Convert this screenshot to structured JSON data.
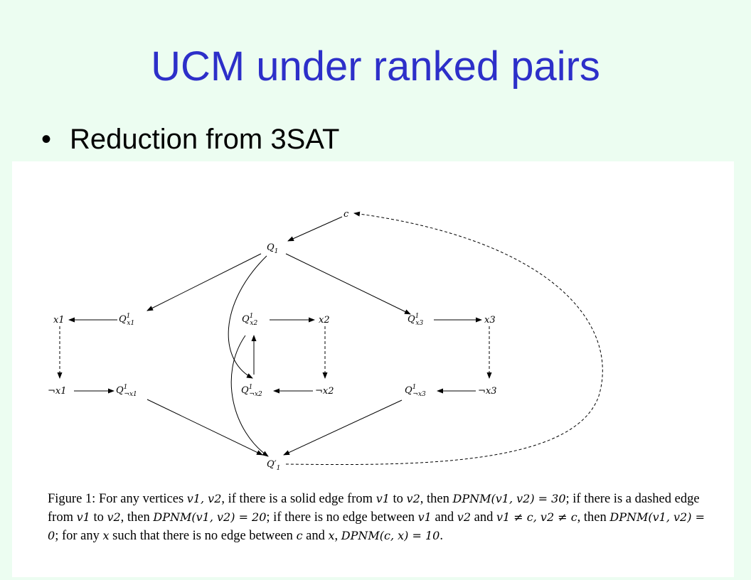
{
  "slide": {
    "title": "UCM under ranked pairs",
    "bullets": [
      "Reduction from 3SAT"
    ]
  },
  "figure": {
    "caption": {
      "label": "Figure 1:",
      "parts": [
        "For any vertices ",
        "v1, v2",
        ", if there is a solid edge from ",
        "v1",
        " to ",
        "v2",
        ", then ",
        "DPNM(v1, v2) = 30",
        "; if there is a dashed edge from ",
        "v1",
        " to ",
        "v2",
        ", then ",
        "DPNM(v1, v2) = 20",
        "; if there is no edge between ",
        "v1",
        " and ",
        "v2",
        " and ",
        "v1 ≠ c, v2 ≠ c",
        ", then ",
        "DPNM(v1, v2) = 0",
        "; for any ",
        "x",
        " such that there is no edge between ",
        "c",
        " and ",
        "x",
        ", ",
        "DPNM(c, x) = 10",
        "."
      ]
    },
    "nodes": {
      "c": "c",
      "Q1": "Q",
      "Q1_sub": "1",
      "Q1p": "Q′",
      "Q1p_sub": "1",
      "Qx1": "Q",
      "Qx1_sup": "1",
      "Qx1_sub": "x1",
      "Qnx1": "Q",
      "Qnx1_sup": "1",
      "Qnx1_sub": "¬x1",
      "Qx2": "Q",
      "Qx2_sup": "1",
      "Qx2_sub": "x2",
      "Qnx2": "Q",
      "Qnx2_sup": "1",
      "Qnx2_sub": "¬x2",
      "Qx3": "Q",
      "Qx3_sup": "1",
      "Qx3_sub": "x3",
      "Qnx3": "Q",
      "Qnx3_sup": "1",
      "Qnx3_sub": "¬x3",
      "x1": "x1",
      "nx1": "¬x1",
      "x2": "x2",
      "nx2": "¬x2",
      "x3": "x3",
      "nx3": "¬x3"
    }
  }
}
